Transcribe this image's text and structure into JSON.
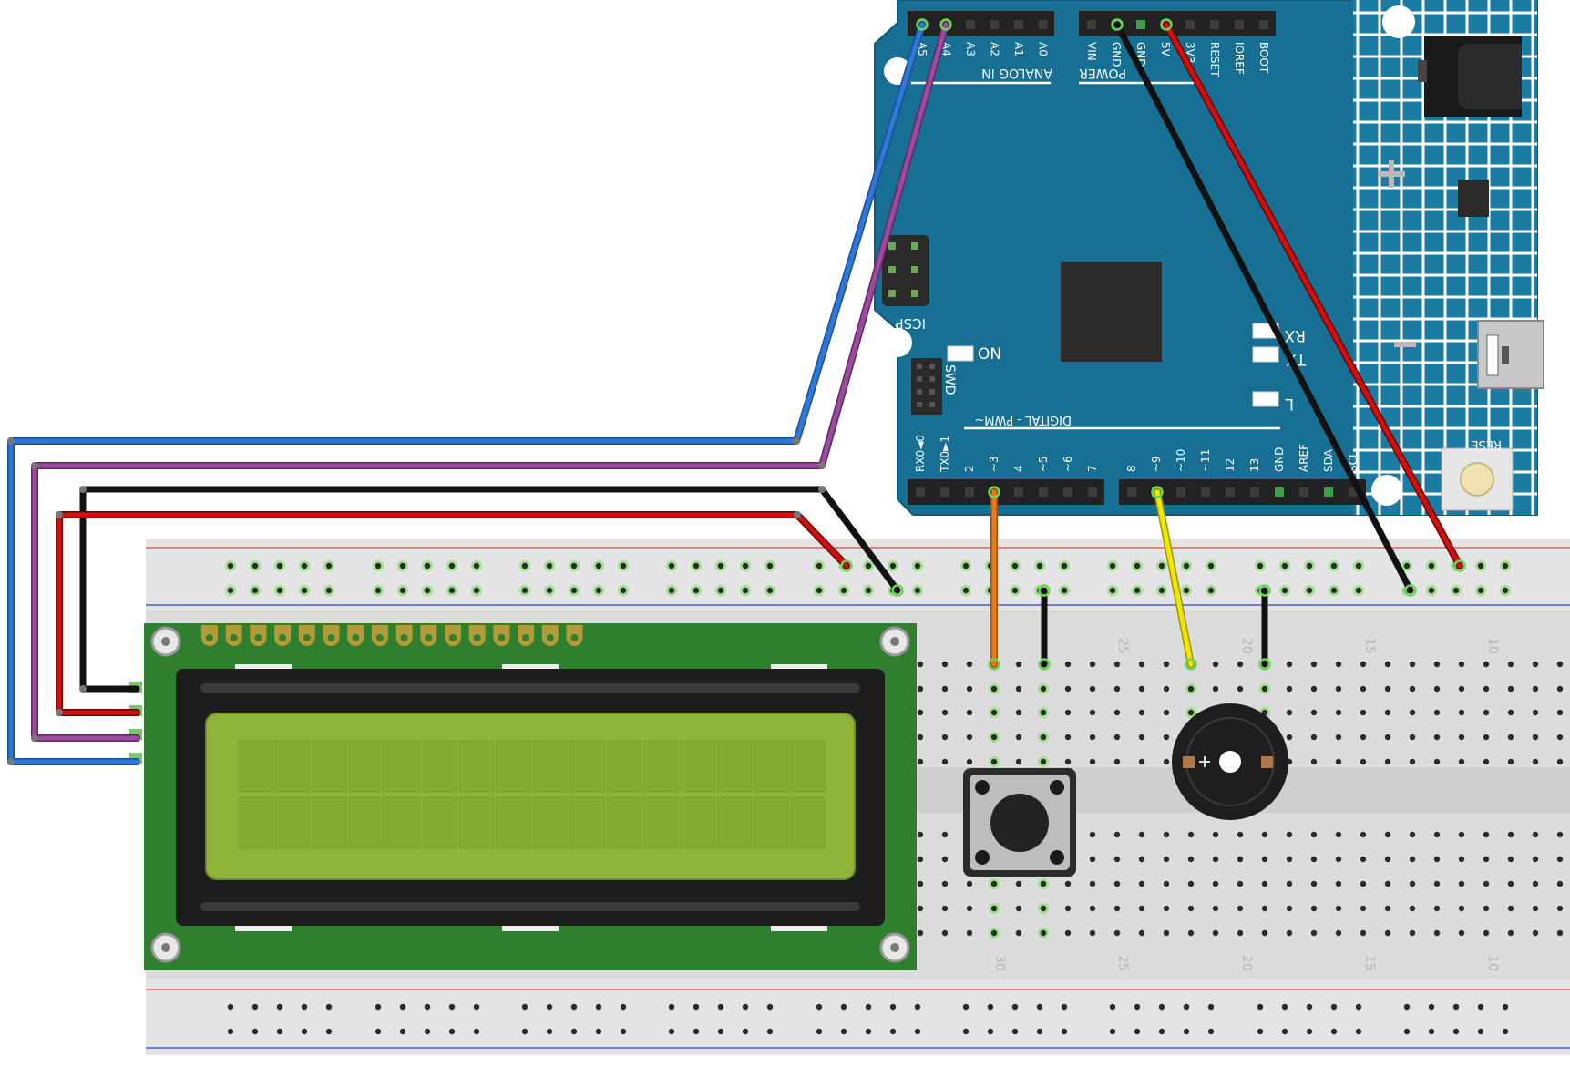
{
  "arduino": {
    "analog_header": "ANALOG IN",
    "analog_pins": [
      "A5",
      "A4",
      "A3",
      "A2",
      "A1",
      "A0"
    ],
    "power_header": "POWER",
    "power_pins": [
      "VIN",
      "GND",
      "GND",
      "5V",
      "3V3",
      "RESET",
      "IOREF",
      "BOOT"
    ],
    "icsp_label": "ICSP",
    "on_label": "ON",
    "swd_label": "SWD",
    "tx_label": "TX",
    "rx_label": "RX",
    "l_label": "L",
    "reset_label": "RESET",
    "digital_header": "DIGITAL - PWM~",
    "digital_left": [
      "RX0◄0",
      "TX0►1",
      "2",
      "~3",
      "4",
      "~5",
      "~6",
      "7"
    ],
    "digital_right": [
      "8",
      "~9",
      "~10",
      "~11",
      "12",
      "13",
      "GND",
      "AREF",
      "SDA",
      "SCL"
    ]
  },
  "breadboard": {
    "column_numbers_top": [
      "25",
      "20",
      "15",
      "10"
    ],
    "column_numbers_bottom": [
      "30",
      "25",
      "20",
      "15",
      "10"
    ]
  },
  "colors": {
    "arduino_board": "#176f93",
    "wire_blue": "#2f78d6",
    "wire_purple": "#9b4a9e",
    "wire_black": "#111111",
    "wire_red": "#cc1111",
    "wire_orange": "#e87a1e",
    "wire_yellow": "#e8e000",
    "lcd_pcb": "#2f7f2f",
    "lcd_screen": "#8eb53a"
  }
}
